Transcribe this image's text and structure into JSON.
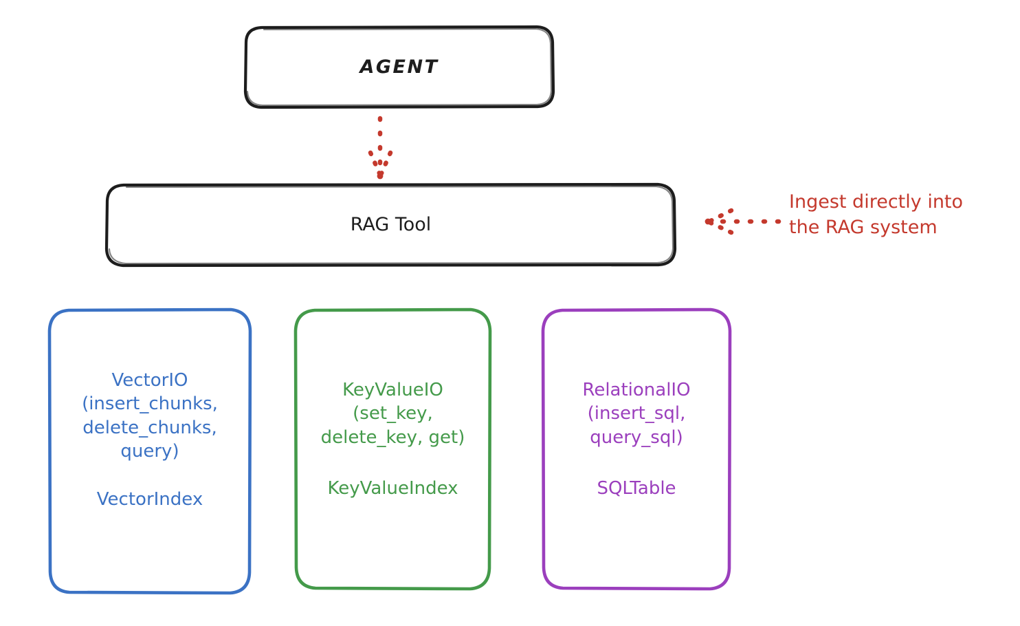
{
  "diagram": {
    "title_node": {
      "label": "AGENT"
    },
    "tool_node": {
      "label": "RAG Tool"
    },
    "annotation": {
      "text": "Ingest directly into\nthe RAG system",
      "color": "#c4392d",
      "arrow": "dotted-arrow-left-icon"
    },
    "connector": {
      "from": "AGENT",
      "to": "RAG Tool",
      "style": "dotted",
      "color": "#c4392d",
      "direction": "down"
    },
    "api_nodes": [
      {
        "id": "vector",
        "signature": "VectorIO\n(insert_chunks,\ndelete_chunks,\nquery)",
        "index": "VectorIndex",
        "color": "#3b72c4"
      },
      {
        "id": "keyvalue",
        "signature": "KeyValueIO\n(set_key,\ndelete_key, get)",
        "index": "KeyValueIndex",
        "color": "#449a4a"
      },
      {
        "id": "relational",
        "signature": "RelationalIO\n(insert_sql,\nquery_sql)",
        "index": "SQLTable",
        "color": "#9b3fbd"
      }
    ],
    "palette": {
      "stroke_dark": "#1d1d1d",
      "background": "#ffffff"
    }
  }
}
